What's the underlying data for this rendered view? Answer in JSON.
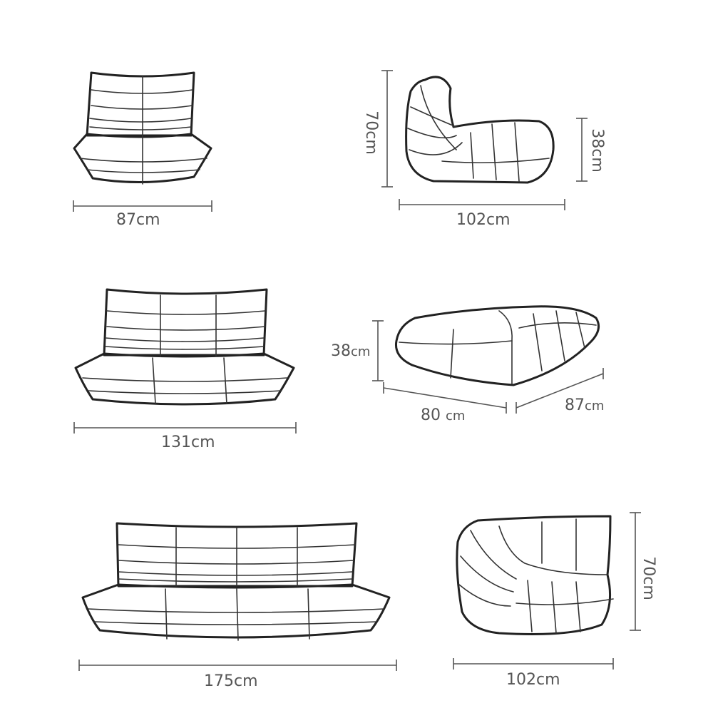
{
  "colors": {
    "outline": "#222222",
    "dimension": "#555555",
    "background": "#ffffff"
  },
  "items": [
    {
      "name": "single-chair-front",
      "dims": [
        {
          "value": "87",
          "unit": "cm"
        }
      ]
    },
    {
      "name": "single-chair-side",
      "dims": [
        {
          "value": "102",
          "unit": "cm"
        },
        {
          "value": "70",
          "unit": "cm"
        },
        {
          "value": "38",
          "unit": "cm"
        }
      ]
    },
    {
      "name": "loveseat-front",
      "dims": [
        {
          "value": "131",
          "unit": "cm"
        }
      ]
    },
    {
      "name": "ottoman",
      "dims": [
        {
          "value": "38",
          "unit": "cm"
        },
        {
          "value": "80",
          "unit": "cm"
        },
        {
          "value": "87",
          "unit": "cm"
        }
      ]
    },
    {
      "name": "three-seater-front",
      "dims": [
        {
          "value": "175",
          "unit": "cm"
        }
      ]
    },
    {
      "name": "corner-chair",
      "dims": [
        {
          "value": "102",
          "unit": "cm"
        },
        {
          "value": "70",
          "unit": "cm"
        }
      ]
    }
  ]
}
